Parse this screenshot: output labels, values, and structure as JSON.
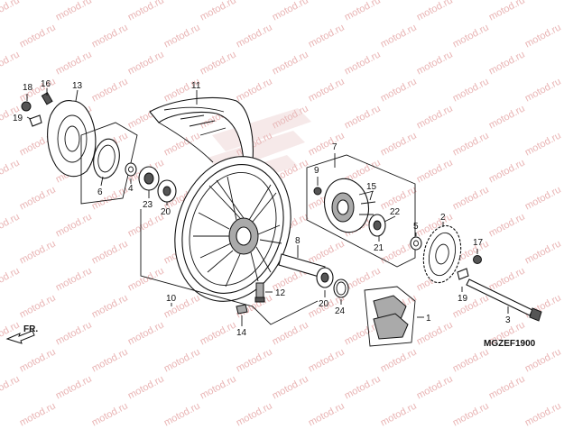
{
  "watermark": "motod.ru",
  "colors": {
    "watermark": "#e9b4b4",
    "line": "#111111"
  },
  "direction_label": "FR.",
  "diagram_code": "MGZEF1900",
  "callouts": {
    "c1": "1",
    "c2": "2",
    "c3": "3",
    "c4": "4",
    "c5": "5",
    "c6": "6",
    "c7": "7",
    "c8": "8",
    "c9": "9",
    "c10": "10",
    "c11": "11",
    "c12": "12",
    "c13": "13",
    "c14": "14",
    "c15": "15",
    "c16": "16",
    "c17": "17",
    "c18": "18",
    "c19a": "19",
    "c19b": "19",
    "c20a": "20",
    "c20b": "20",
    "c21": "21",
    "c22": "22",
    "c23": "23",
    "c24": "24"
  }
}
